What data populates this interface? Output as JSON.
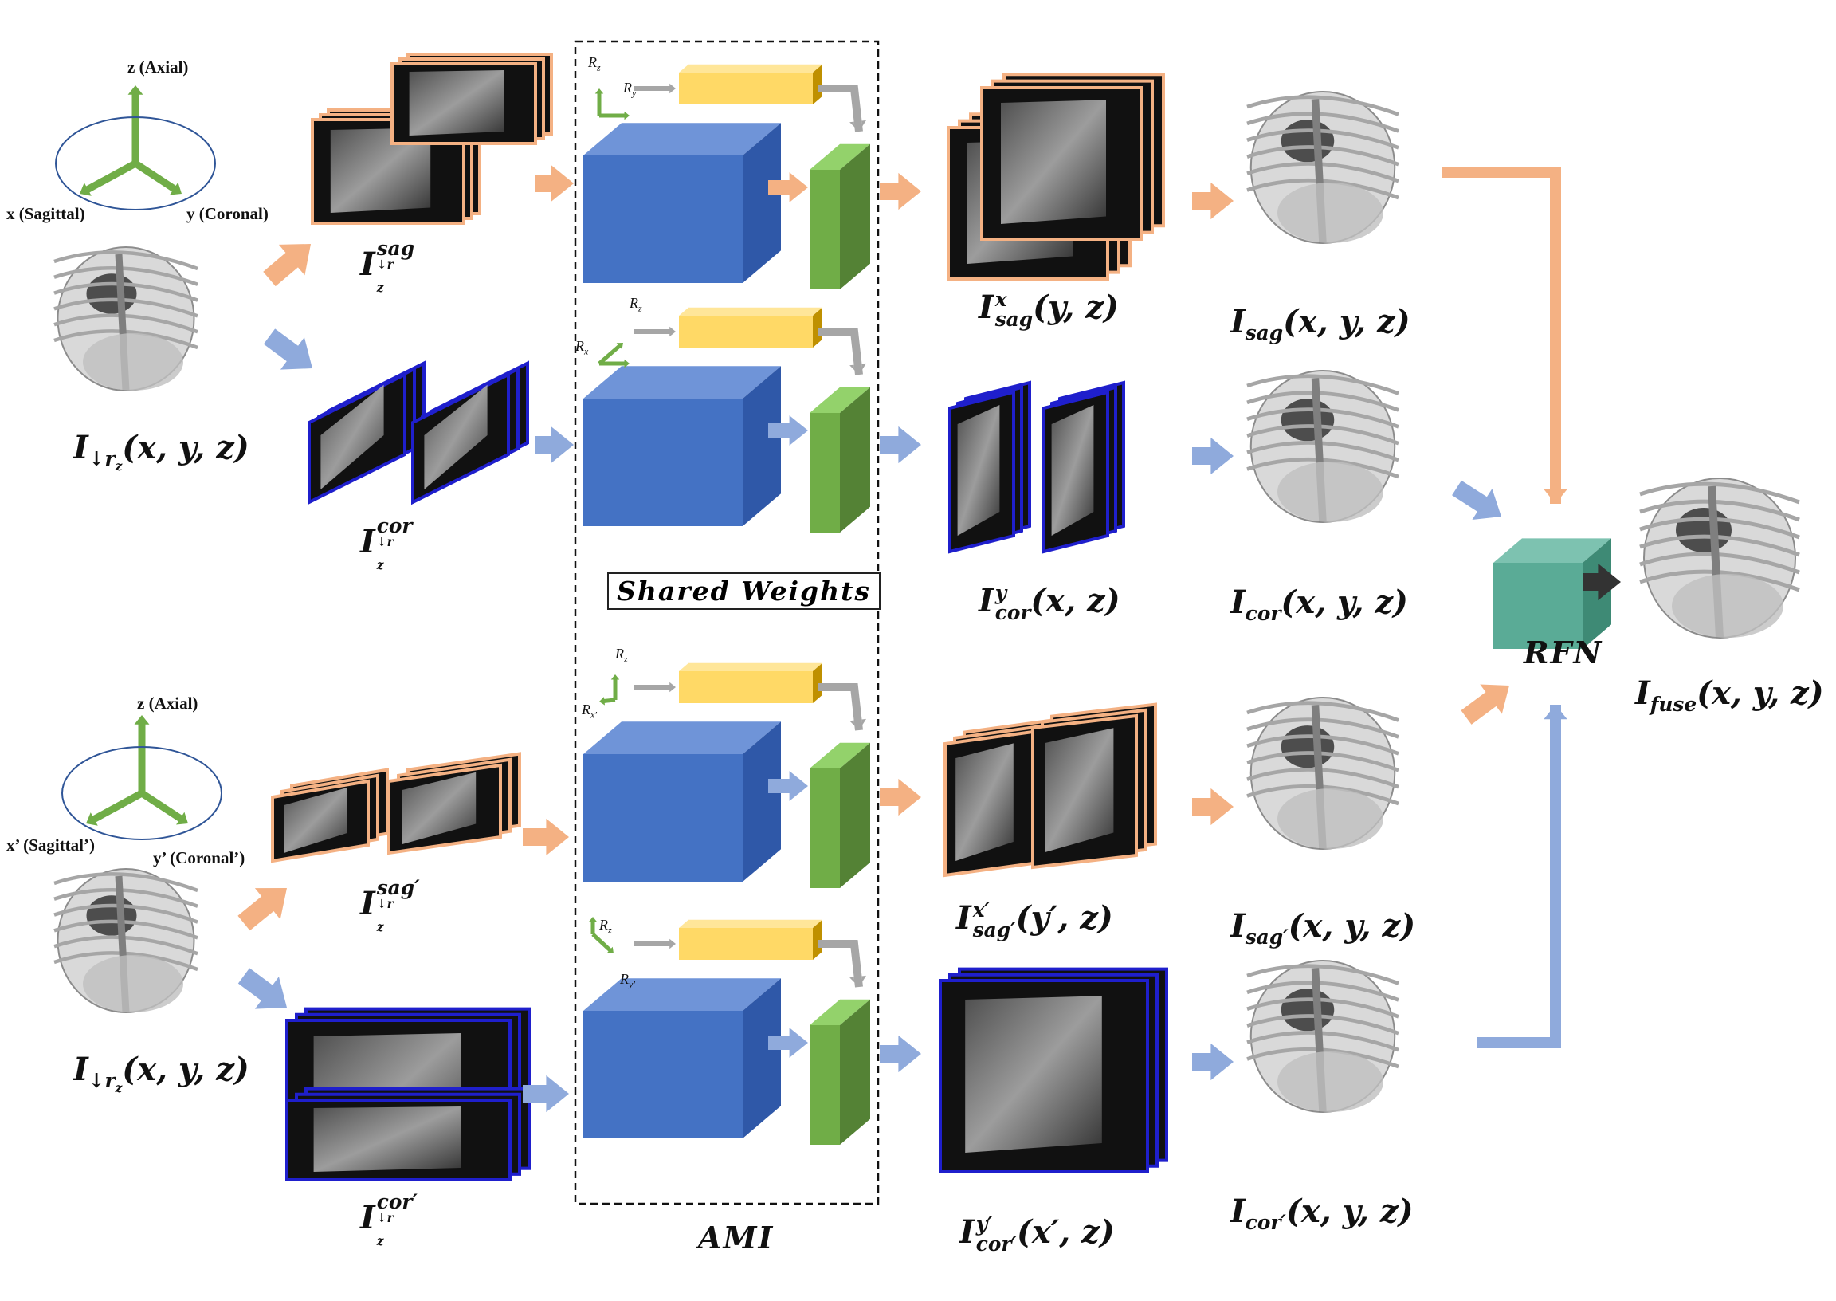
{
  "colors": {
    "orange": "#f4b183",
    "blue_arrow": "#8faadc",
    "cube_blue": "#4472c4",
    "yellow": "#ffd966",
    "green": "#70ad47",
    "teal": "#5aab96",
    "gray_arrow": "#a6a6a6",
    "slice_blue_border": "#1f1fcc",
    "slice_orange_border": "#f4b183"
  },
  "axes_top": {
    "z": "z (Axial)",
    "x": "x (Sagittal)",
    "y": "y (Coronal)"
  },
  "axes_bottom": {
    "z": "z (Axial)",
    "x": "x’ (Sagittal’)",
    "y": "y’ (Coronal’)"
  },
  "inputs": {
    "top": {
      "I": "I",
      "sub": "↓r",
      "subsub": "z",
      "args": "(x, y, z)"
    },
    "bottom": {
      "I": "I",
      "sub": "↓r",
      "subsub": "z",
      "args": "(x, y, z)"
    }
  },
  "slices": [
    {
      "sup": "sag",
      "sub": "↓r",
      "subsub": "z"
    },
    {
      "sup": "cor",
      "sub": "↓r",
      "subsub": "z"
    },
    {
      "sup": "sag′",
      "sub": "↓r",
      "subsub": "z"
    },
    {
      "sup": "cor′",
      "sub": "↓r",
      "subsub": "z"
    }
  ],
  "outputs_2d": [
    {
      "sup": "x",
      "sub": "sag",
      "args": "(y, z)"
    },
    {
      "sup": "y",
      "sub": "cor",
      "args": "(x, z)"
    },
    {
      "sup": "x′",
      "sub": "sag′",
      "args": "(y′, z)"
    },
    {
      "sup": "y′",
      "sub": "cor′",
      "args": "(x′, z)"
    }
  ],
  "volumes": [
    {
      "sub": "sag",
      "args": "(x, y, z)"
    },
    {
      "sub": "cor",
      "args": "(x, y, z)"
    },
    {
      "sub": "sag′",
      "args": "(x, y, z)"
    },
    {
      "sub": "cor′",
      "args": "(x, y, z)"
    }
  ],
  "rotations": [
    {
      "up": "R",
      "up_sub": "z",
      "side": "R",
      "side_sub": "y"
    },
    {
      "up": "R",
      "up_sub": "z",
      "side": "R",
      "side_sub": "x"
    },
    {
      "up": "R",
      "up_sub": "z",
      "side": "R",
      "side_sub": "x′"
    },
    {
      "up": "R",
      "up_sub": "z",
      "side": "R",
      "side_sub": "y′"
    }
  ],
  "shared_weights": "Shared Weights",
  "ami": "AMI",
  "rfn": "RFN",
  "fuse": {
    "I": "I",
    "sub": "fuse",
    "args": "(x, y, z)"
  }
}
